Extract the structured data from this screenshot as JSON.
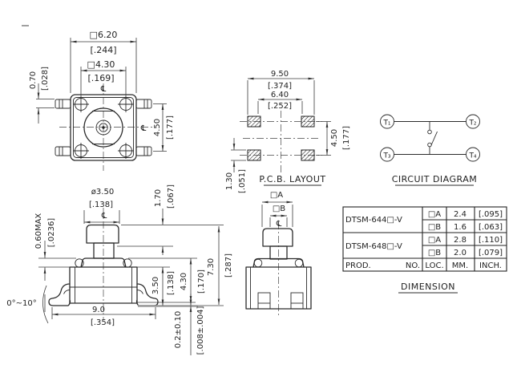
{
  "top_view": {
    "outer_mm": "□6.20",
    "outer_in": "[.244]",
    "inner_mm": "□4.30",
    "inner_in": "[.169]",
    "lead_mm": "0.70",
    "lead_in": "[.028]",
    "pitch_mm": "4.50",
    "pitch_in": "[.177]",
    "centerline_top": "℄",
    "centerline_right": "℄"
  },
  "pcb_layout": {
    "title": "P.C.B. LAYOUT",
    "outer_mm": "9.50",
    "outer_in": "[.374]",
    "inner_mm": "6.40",
    "inner_in": "[.252]",
    "pitch_mm": "4.50",
    "pitch_in": "[.177]",
    "pad_mm": "1.30",
    "pad_in": "[.051]"
  },
  "circuit_diagram": {
    "title": "CIRCUIT  DIAGRAM",
    "t1": "T₁",
    "t2": "T₂",
    "t3": "T₃",
    "t4": "T₄"
  },
  "side_view": {
    "dia_mm": "ø3.50",
    "dia_in": "[.138]",
    "centerline": "℄",
    "cap_mm": "1.70",
    "cap_in": "[.067]",
    "dome_mm": "0.60MAX",
    "dome_in": "[.0236]",
    "body_mm": "3.50",
    "body_in": "[.138]",
    "mid_mm": "4.30",
    "mid_in": "[.170]",
    "total_mm": "7.30",
    "total_in": "[.287]",
    "standoff_mm": "0.2±0.10",
    "standoff_in": "[.008±.004]",
    "width_mm": "9.0",
    "width_in": "[.354]",
    "angle": "0°~10°"
  },
  "front_view": {
    "dim_a": "□A",
    "dim_b": "□B",
    "centerline": "℄"
  },
  "table": {
    "rows": [
      {
        "prod": "DTSM-644□-V",
        "loc": "□A",
        "mm": "2.4",
        "inch": "[.095]"
      },
      {
        "prod": "",
        "loc": "□B",
        "mm": "1.6",
        "inch": "[.063]"
      },
      {
        "prod": "DTSM-648□-V",
        "loc": "□A",
        "mm": "2.8",
        "inch": "[.110]"
      },
      {
        "prod": "",
        "loc": "□B",
        "mm": "2.0",
        "inch": "[.079]"
      }
    ],
    "footer": {
      "prod": "PROD.",
      "no": "NO.",
      "loc": "LOC.",
      "mm": "MM.",
      "inch": "INCH."
    },
    "caption": "DIMENSION"
  }
}
